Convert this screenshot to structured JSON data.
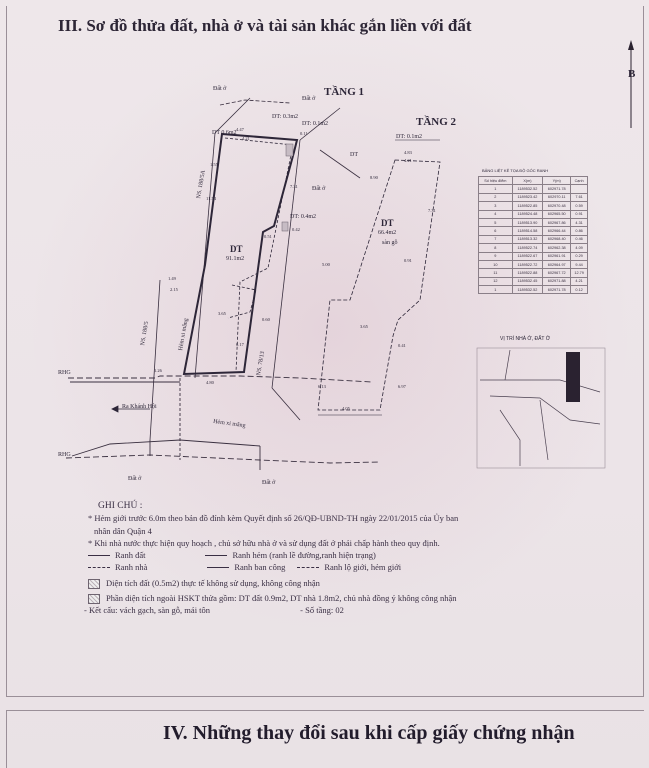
{
  "section_title": "III. Sơ đồ thửa đất, nhà ở và tài sản khác gắn liền với đất",
  "next_section_title": "IV. Những thay đổi sau khi cấp giấy chứng nhận",
  "north_label": "B",
  "floor1": "TẦNG 1",
  "floor2": "TẦNG 2",
  "labels": {
    "dat_o": "Đất ở",
    "dt_01": "DT: 0.1m2",
    "dt_03": "DT: 0.3m2",
    "dt_04": "DT: 0.4m2",
    "dt_06": "DT 0.6m2",
    "dt_main": "DT",
    "dt_main_value": "91.1m2",
    "dt2": "DT",
    "dt2_value": "66.4m2",
    "san_go": "sàn gỗ",
    "hem_xi_mang": "Hẻm xi măng",
    "ra_khanh_hoi": "Ra Khánh Hội",
    "rhg": "RHG",
    "ns_188_5a": "NS. 188/5A",
    "ns_188_5": "NS. 188/5",
    "ns_78_13": "NS. 78/13"
  },
  "dimensions": [
    "4.47",
    "4.21",
    "0.11",
    "1.55",
    "7.31",
    "11.54",
    "1.49",
    "2.15",
    "3.65",
    "0.60",
    "6.17",
    "4.80",
    "1.26",
    "0.51",
    "0.42",
    "4.83",
    "4.21",
    "7.31",
    "8.90",
    "5.00",
    "3.65",
    "0.41",
    "4.05",
    "6.13",
    "6.97",
    "0.91"
  ],
  "coord_table": {
    "caption": "BẢNG LIỆT KÊ TỌA ĐỘ GÓC RANH",
    "headers": [
      "Số hiệu điểm",
      "X(m)",
      "Y(m)",
      "Cạnh"
    ],
    "rows": [
      [
        "1",
        "1189532.52",
        "602971.78",
        ""
      ],
      [
        "2",
        "1189523.42",
        "602970.11",
        "7.61"
      ],
      [
        "3",
        "1189522.85",
        "602970.48",
        "0.59"
      ],
      [
        "4",
        "1189524.48",
        "602965.50",
        "0.91"
      ],
      [
        "5",
        "1189513.90",
        "602967.86",
        "4.31"
      ],
      [
        "6",
        "1189514.58",
        "602966.44",
        "0.86"
      ],
      [
        "7",
        "1189513.32",
        "602968.40",
        "0.46"
      ],
      [
        "8",
        "1189522.74",
        "602962.38",
        "4.09"
      ],
      [
        "9",
        "1189522.67",
        "602961.91",
        "0.29"
      ],
      [
        "10",
        "1189522.72",
        "602964.97",
        "9.44"
      ],
      [
        "11",
        "1189522.88",
        "602967.72",
        "12.79"
      ],
      [
        "12",
        "1189532.45",
        "602971.88",
        "4.21"
      ],
      [
        "1",
        "1189532.52",
        "602971.78",
        "0.12"
      ]
    ]
  },
  "location_title": "VỊ TRÍ NHÀ Ở, ĐẤT Ở",
  "notes": {
    "heading": "GHI CHÚ :",
    "line1": "* Hẻm giới trước 6.0m theo bản đồ đính kèm Quyết định số 26/QĐ-UBND-TH ngày 22/01/2015 của Ủy ban",
    "line1b": "nhân dân Quận 4",
    "line2": "* Khi nhà nước thực hiện quy hoạch , chủ sở hữu nhà ở và sử dụng đất ở phải chấp hành theo quy định.",
    "legend": {
      "ranh_dat": "Ranh đất",
      "ranh_hem": "Ranh hẻm (ranh lề đường,ranh hiện trạng)",
      "ranh_nha": "Ranh nhà",
      "ranh_ban_cong": "Ranh ban công",
      "ranh_lo_gioi": "Ranh lộ giới, hẻm giới"
    },
    "line3": "Diện tích đất (0.5m2) thực tế không sử dụng, không công nhận",
    "line4": "Phần diện tích ngoài HSKT thửa gồm: DT đất 0.9m2, DT nhà 1.8m2, chủ nhà đồng ý không công nhận",
    "line5a": "- Kết cấu: vách gạch, sàn gỗ, mái tôn",
    "line5b": "- Số tầng: 02"
  }
}
